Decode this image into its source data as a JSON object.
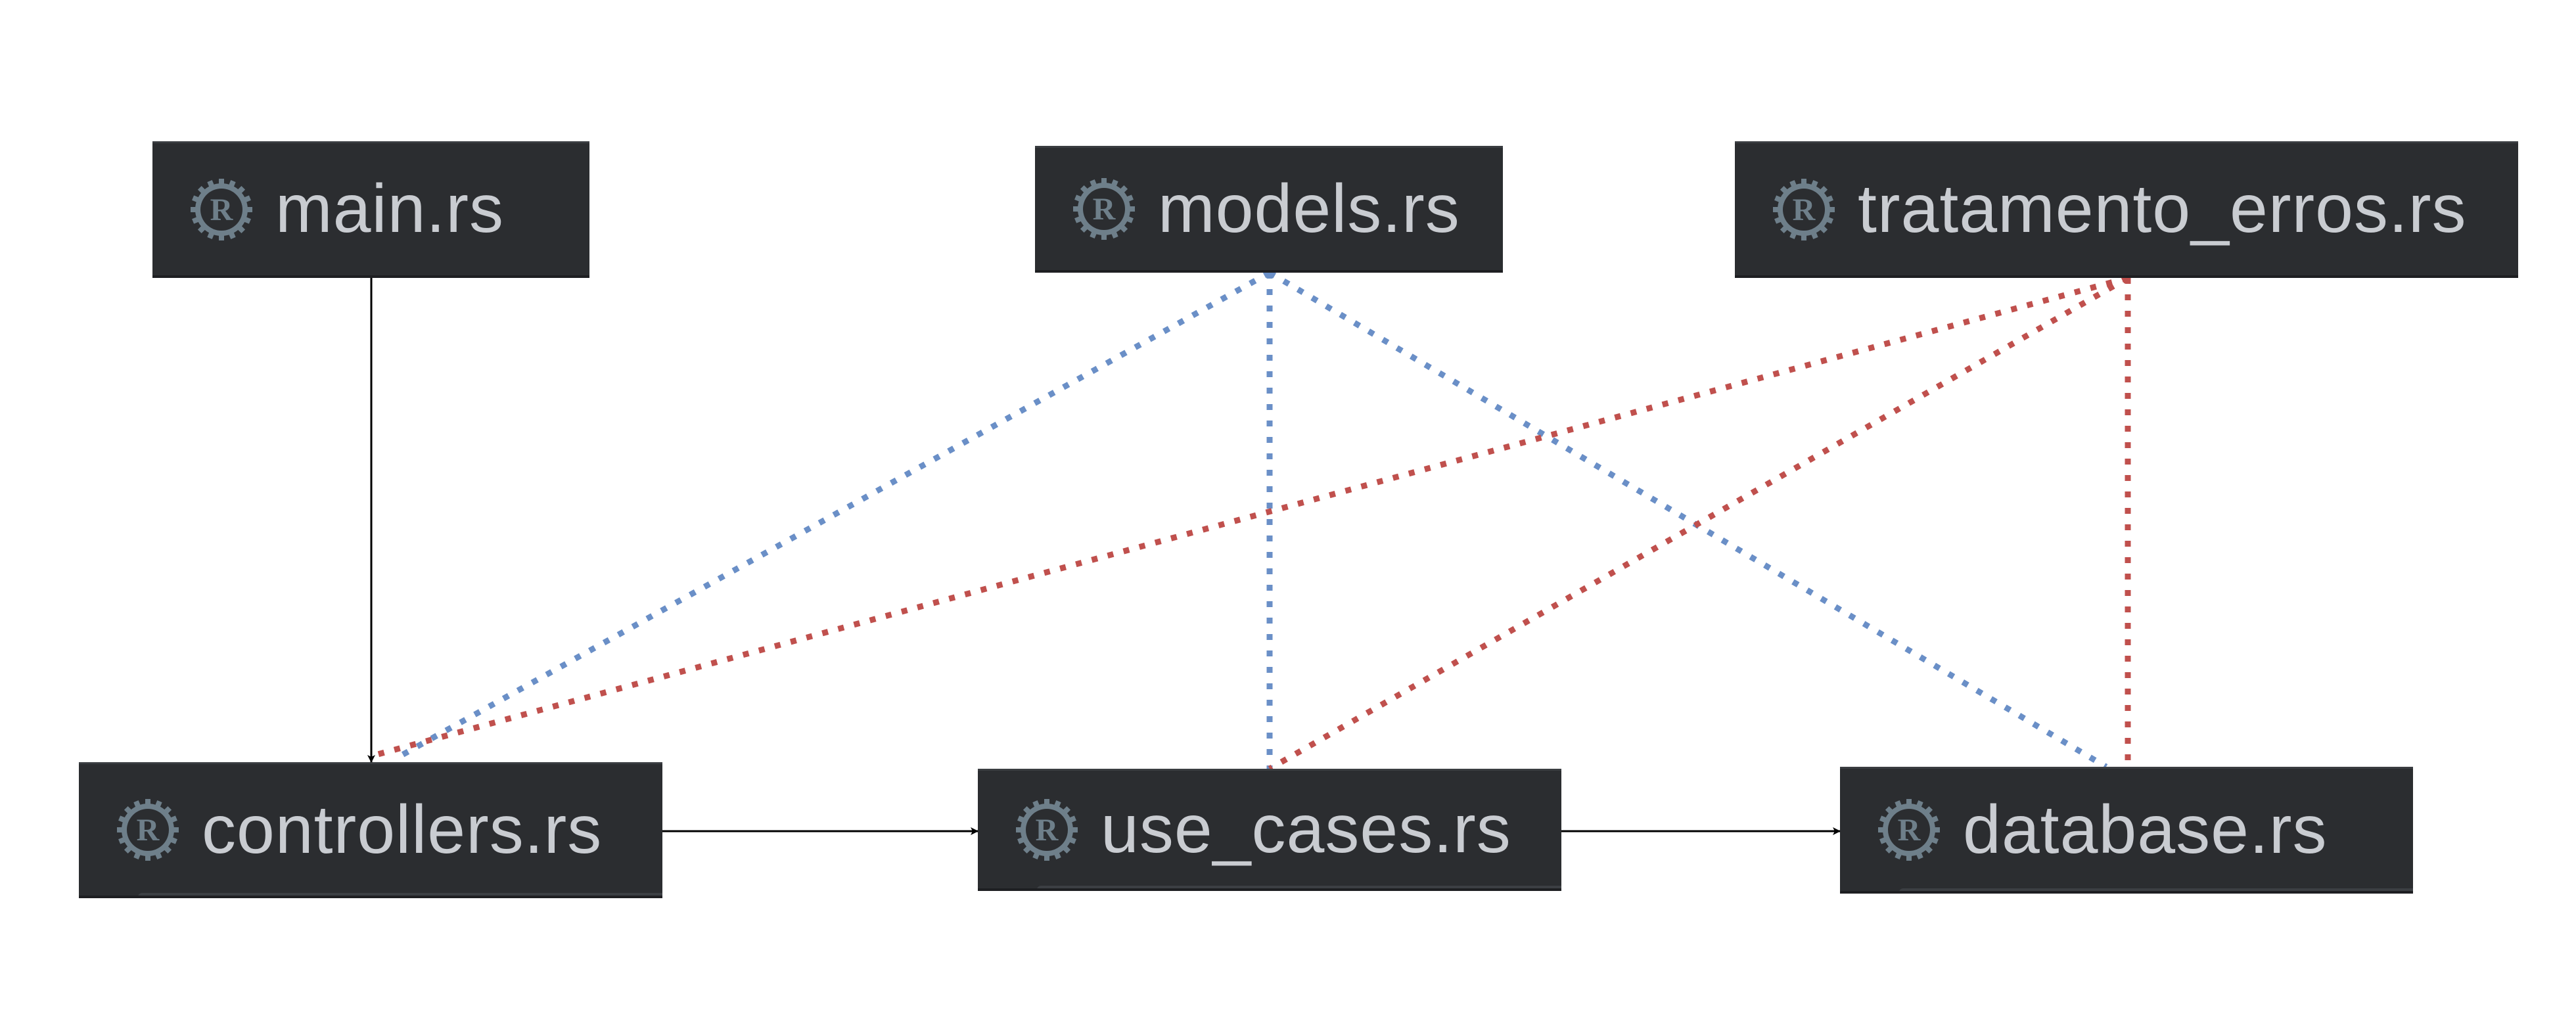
{
  "diagram": {
    "nodes": [
      {
        "id": "main",
        "label": "main.rs",
        "icon": "rust-icon"
      },
      {
        "id": "models",
        "label": "models.rs",
        "icon": "rust-icon"
      },
      {
        "id": "tratamento_erros",
        "label": "tratamento_erros.rs",
        "icon": "rust-icon"
      },
      {
        "id": "controllers",
        "label": "controllers.rs",
        "icon": "rust-icon"
      },
      {
        "id": "use_cases",
        "label": "use_cases.rs",
        "icon": "rust-icon"
      },
      {
        "id": "database",
        "label": "database.rs",
        "icon": "rust-icon"
      }
    ],
    "edges": [
      {
        "from": "main",
        "to": "controllers",
        "style": "solid-arrow",
        "color": "#000000"
      },
      {
        "from": "controllers",
        "to": "use_cases",
        "style": "solid-arrow",
        "color": "#000000"
      },
      {
        "from": "use_cases",
        "to": "database",
        "style": "solid-arrow",
        "color": "#000000"
      },
      {
        "from": "models",
        "to": "controllers",
        "style": "dotted",
        "color": "#6a8fc7"
      },
      {
        "from": "models",
        "to": "use_cases",
        "style": "dotted",
        "color": "#6a8fc7"
      },
      {
        "from": "models",
        "to": "database",
        "style": "dotted",
        "color": "#6a8fc7"
      },
      {
        "from": "tratamento_erros",
        "to": "controllers",
        "style": "dotted",
        "color": "#c0504d"
      },
      {
        "from": "tratamento_erros",
        "to": "use_cases",
        "style": "dotted",
        "color": "#c0504d"
      },
      {
        "from": "tratamento_erros",
        "to": "database",
        "style": "dotted",
        "color": "#c0504d"
      }
    ],
    "colors": {
      "box_background": "#2b2d30",
      "label_text": "#c9ccd1",
      "icon": "#6e7f8a",
      "models_dependency": "#6a8fc7",
      "error_dependency": "#c0504d",
      "call_flow": "#000000"
    }
  }
}
